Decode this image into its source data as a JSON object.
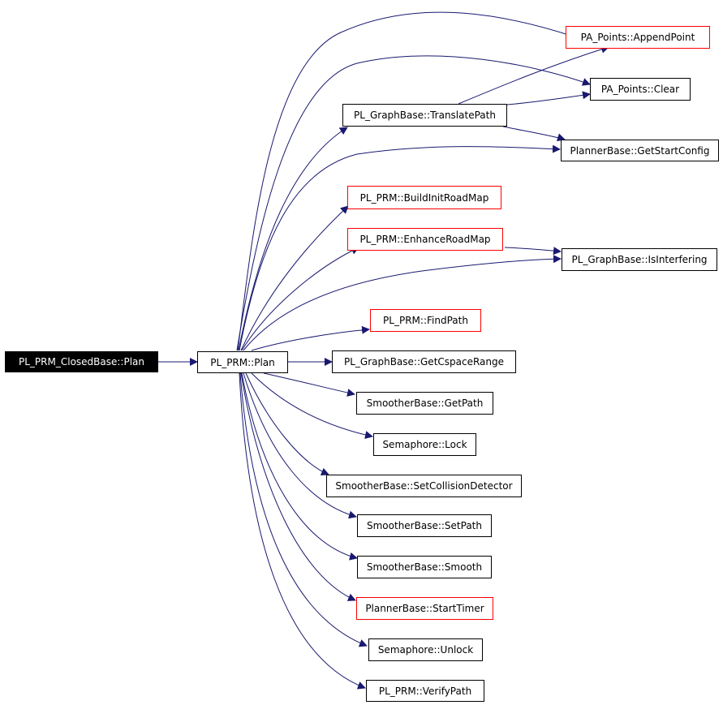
{
  "colors": {
    "edge": "#191970",
    "node_border": "#000000",
    "node_border_red": "#ff0000",
    "root_fill": "#000000",
    "root_text": "#ffffff"
  },
  "nodes": {
    "root": "PL_PRM_ClosedBase::Plan",
    "plan": "PL_PRM::Plan",
    "append_point": "PA_Points::AppendPoint",
    "clear": "PA_Points::Clear",
    "translate_path": "PL_GraphBase::TranslatePath",
    "get_start_config": "PlannerBase::GetStartConfig",
    "build_init_road_map": "PL_PRM::BuildInitRoadMap",
    "enhance_road_map": "PL_PRM::EnhanceRoadMap",
    "is_interfering": "PL_GraphBase::IsInterfering",
    "find_path": "PL_PRM::FindPath",
    "get_cspace_range": "PL_GraphBase::GetCspaceRange",
    "get_path": "SmootherBase::GetPath",
    "lock": "Semaphore::Lock",
    "set_collision_detector": "SmootherBase::SetCollisionDetector",
    "set_path": "SmootherBase::SetPath",
    "smooth": "SmootherBase::Smooth",
    "start_timer": "PlannerBase::StartTimer",
    "unlock": "Semaphore::Unlock",
    "verify_path": "PL_PRM::VerifyPath"
  }
}
